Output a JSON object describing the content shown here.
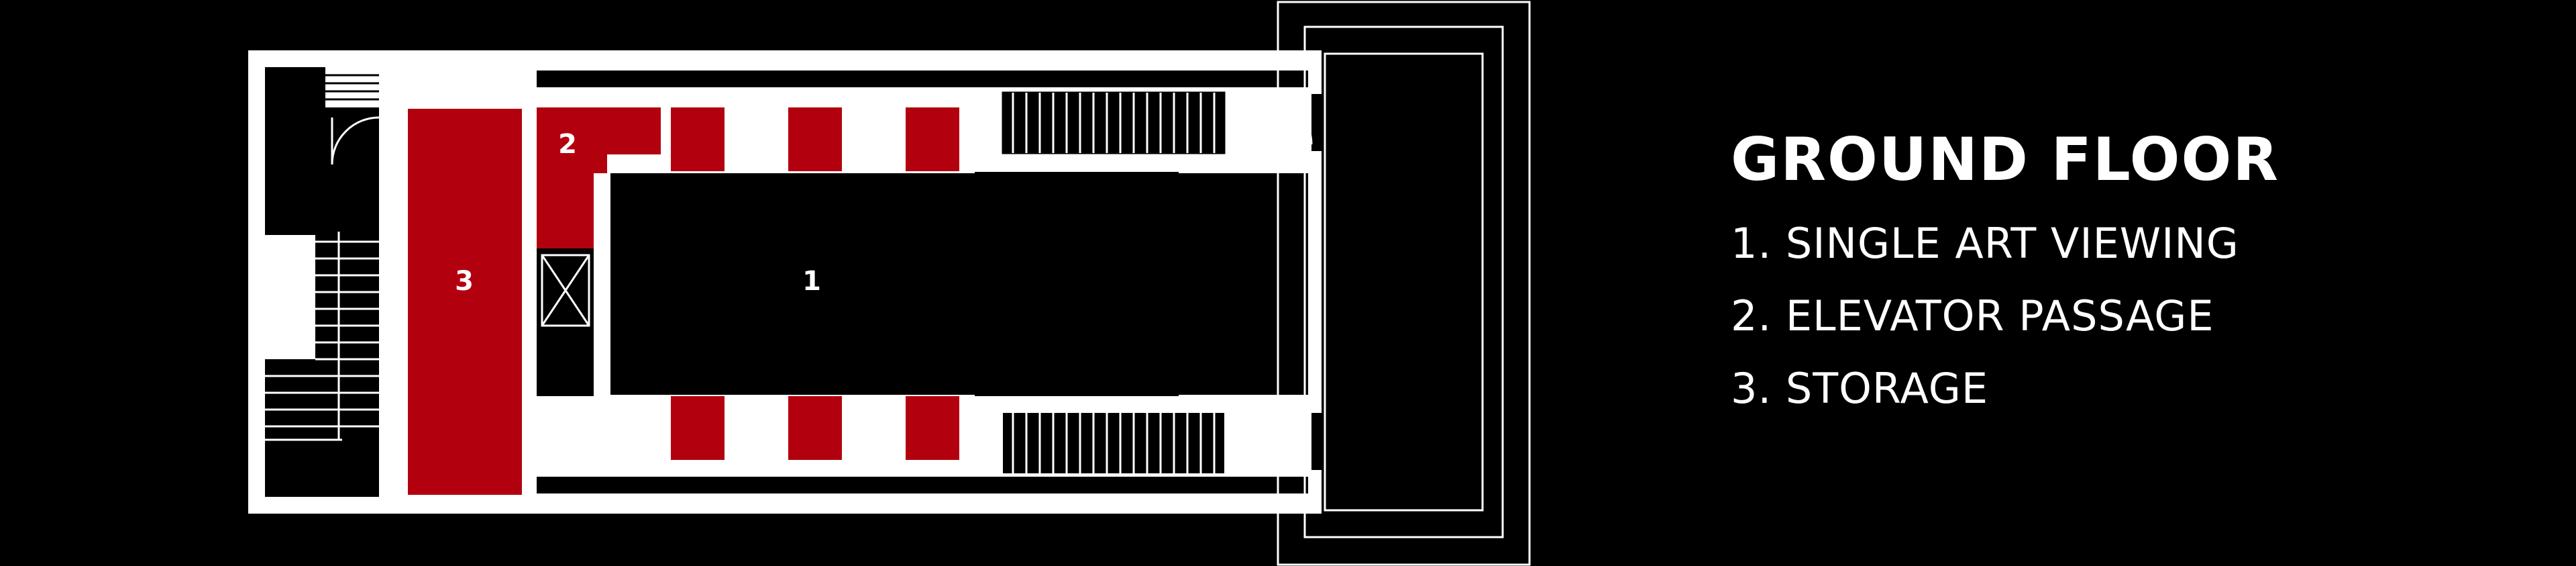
{
  "legend": {
    "title": "GROUND FLOOR",
    "items": [
      "1. SINGLE ART VIEWING",
      "2. ELEVATOR PASSAGE",
      "3. STORAGE"
    ]
  },
  "rooms": {
    "room1": "1",
    "room2": "2",
    "room3": "3"
  },
  "colors": {
    "background": "#000000",
    "walls": "#ffffff",
    "highlight": "#b3000f"
  }
}
